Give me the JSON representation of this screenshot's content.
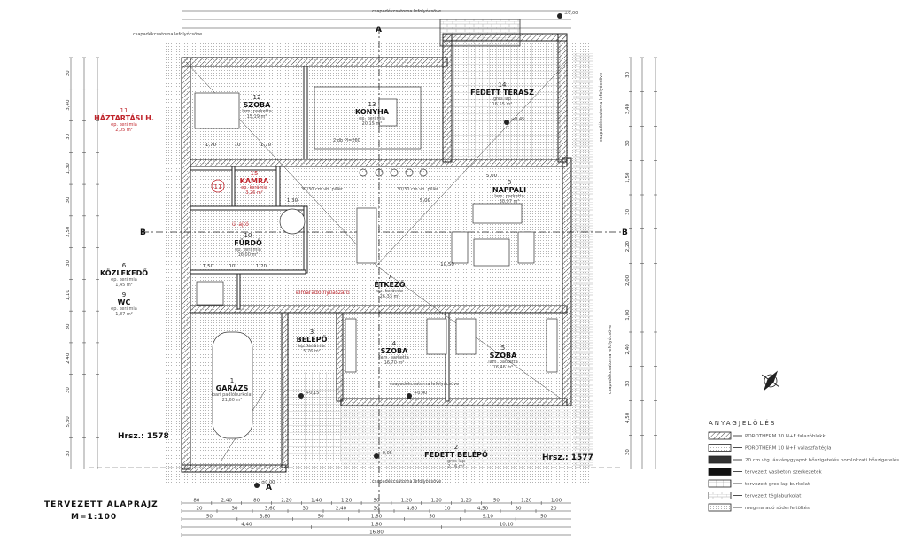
{
  "title": "TERVEZETT ALAPRAJZ",
  "scale": "M=1:100",
  "parcels": {
    "left": "Hrsz.: 1578",
    "right": "Hrsz.: 1577"
  },
  "sections": {
    "a": "A",
    "b": "B"
  },
  "notes": {
    "gutter": "csapadékcsatorna lefolyócsöve",
    "removed_opening": "elmaradó nyílászáró",
    "pillar": "30/30 cm vb. pillér",
    "door": "új ajtó",
    "kitchen": "2 db Pl=260"
  },
  "rooms": [
    {
      "no": "1",
      "name": "GARÁZS",
      "floor": "ipari padlóburkolat",
      "area": "21,60 m²"
    },
    {
      "no": "2",
      "name": "FEDETT BELÉPŐ",
      "floor": "gres lap",
      "area": "2,16 m²"
    },
    {
      "no": "3",
      "name": "BELÉPŐ",
      "floor": "ep. kerámia",
      "area": "5,76 m²"
    },
    {
      "no": "4",
      "name": "SZOBA",
      "floor": "lam. parketta",
      "area": "16,70 m²"
    },
    {
      "no": "5",
      "name": "SZOBA",
      "floor": "lam. parketta",
      "area": "16,46 m²"
    },
    {
      "no": "6",
      "name": "KÖZLEKEDŐ",
      "floor": "ep. kerámia",
      "area": "1,45 m²"
    },
    {
      "no": "7",
      "name": "ÉTKEZŐ",
      "floor": "ep. kerámia",
      "area": "26,33 m²"
    },
    {
      "no": "8",
      "name": "NAPPALI",
      "floor": "lam. parketta",
      "area": "30,97 m²"
    },
    {
      "no": "9",
      "name": "WC",
      "floor": "ep. kerámia",
      "area": "1,87 m²"
    },
    {
      "no": "10",
      "name": "FÜRDŐ",
      "floor": "ep. kerámia",
      "area": "16,00 m²"
    },
    {
      "no": "11",
      "name": "HÁZTARTÁSI H.",
      "floor": "ep. kerámia",
      "area": "2,05 m²"
    },
    {
      "no": "12",
      "name": "SZOBA",
      "floor": "lam. parketta",
      "area": "15,19 m²"
    },
    {
      "no": "13",
      "name": "KONYHA",
      "floor": "ep. kerámia",
      "area": "20,15 m²"
    },
    {
      "no": "14",
      "name": "FEDETT TERASZ",
      "floor": "gres lap",
      "area": "16,55 m²"
    },
    {
      "no": "15",
      "name": "KAMRA",
      "floor": "ep. kerámia",
      "area": "3,26 m²"
    }
  ],
  "levels": [
    "±0,00",
    "+0,45",
    "+0,40",
    "+0,15",
    "-0,05",
    "±0,00"
  ],
  "dimensions": {
    "bottom": [
      [
        "80",
        "2,40",
        "80",
        "2,20",
        "1,40",
        "1,20",
        "50",
        "1,20",
        "1,20",
        "1,20",
        "50",
        "1,20",
        "1,00"
      ],
      [
        "20",
        "30",
        "3,60",
        "30",
        "2,40",
        "30",
        "4,80",
        "10",
        "4,50",
        "30",
        "20"
      ],
      [
        "50",
        "3,80",
        "50",
        "1,80",
        "50",
        "9,10",
        "50"
      ],
      [
        "4,40",
        "1,80",
        "10,10"
      ],
      [
        "16,80"
      ]
    ],
    "left": [
      "30",
      "3,40",
      "30",
      "1,30",
      "30",
      "2,50",
      "30",
      "1,10",
      "30",
      "2,40",
      "30",
      "5,80",
      "30"
    ],
    "right": [
      "30",
      "3,40",
      "30",
      "1,50",
      "30",
      "2,20",
      "2,00",
      "1,00",
      "2,40",
      "30",
      "4,50",
      "30"
    ],
    "interior": [
      "1,70",
      "10",
      "1,70",
      "1,50",
      "10",
      "1,20",
      "1,30",
      "5,00",
      "5,00",
      "10,50"
    ]
  },
  "legend": {
    "title": "ANYAGJELÖLÉS",
    "items": [
      {
        "label": "POROTHERM 30 N+F falazóblokk",
        "pattern": "diagonal"
      },
      {
        "label": "POROTHERM 10 N+F válaszfaltégla",
        "pattern": "dots"
      },
      {
        "label": "20 cm vtg. ásványgyapot hőszigetelés homlokzati hőszigetelés",
        "pattern": "grid-dark"
      },
      {
        "label": "tervezett vasbeton szerkezetek",
        "pattern": "solid"
      },
      {
        "label": "tervezett gres lap burkolat",
        "pattern": "grid"
      },
      {
        "label": "tervezett téglaburkolat",
        "pattern": "brick"
      },
      {
        "label": "megmaradó sóderfeltöltés",
        "pattern": "gravel"
      }
    ]
  },
  "colors": {
    "red_annotation": "#c0262d",
    "line": "#222222"
  }
}
